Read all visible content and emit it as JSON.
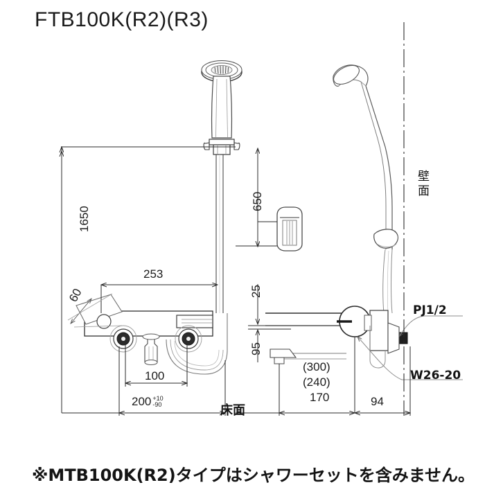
{
  "title": "FTB100K(R2)(R3)",
  "note": "※MTB100K(R2)タイプはシャワーセットを含みません。",
  "dimensions": {
    "height_total": "1650",
    "shower_drop": "650",
    "width_253": "253",
    "angle_60": "60",
    "gap_25": "25",
    "height_95": "95",
    "spacing_100": "100",
    "spacing_200": "200",
    "tol_plus": "+10",
    "tol_minus": "-90",
    "spout_300": "(300)",
    "spout_240": "(240)",
    "spout_170": "170",
    "depth_94": "94"
  },
  "labels": {
    "wall": "壁面",
    "floor": "床面",
    "thread_inlet": "PJ1/2",
    "thread_outlet": "W26-20"
  },
  "colors": {
    "ink": "#1b1b1b",
    "line": "#2a2a2a",
    "light_line": "#8d8d8d",
    "background": "#ffffff"
  }
}
